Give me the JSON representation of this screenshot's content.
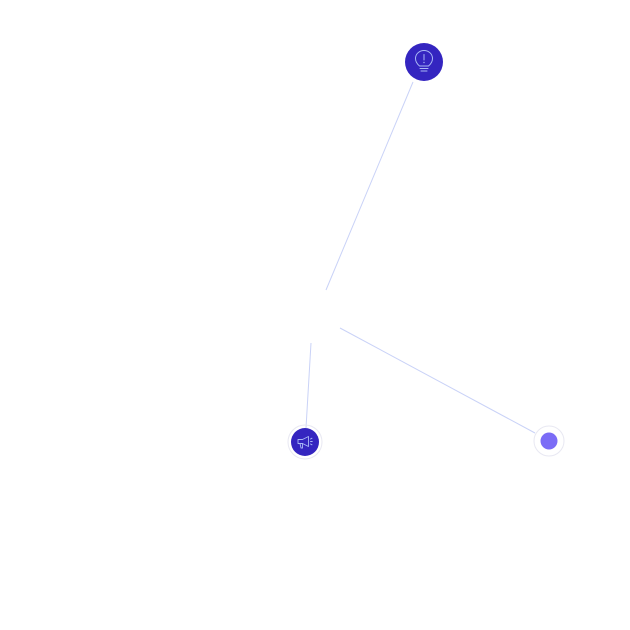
{
  "diagram": {
    "colors": {
      "node_dark": "#3425C0",
      "node_light": "#7B6CF6",
      "edge": "#C9D2F7",
      "halo": "#E8E8F2",
      "icon_stroke": "#A9B8F5"
    },
    "nodes": [
      {
        "id": "idea",
        "icon": "lightbulb-icon",
        "style": "dark"
      },
      {
        "id": "announce",
        "icon": "megaphone-icon",
        "style": "dark"
      },
      {
        "id": "endpoint",
        "icon": "dot-icon",
        "style": "light"
      }
    ],
    "edges": [
      {
        "from": "hub",
        "to": "idea"
      },
      {
        "from": "hub",
        "to": "announce"
      },
      {
        "from": "hub",
        "to": "endpoint"
      }
    ]
  }
}
